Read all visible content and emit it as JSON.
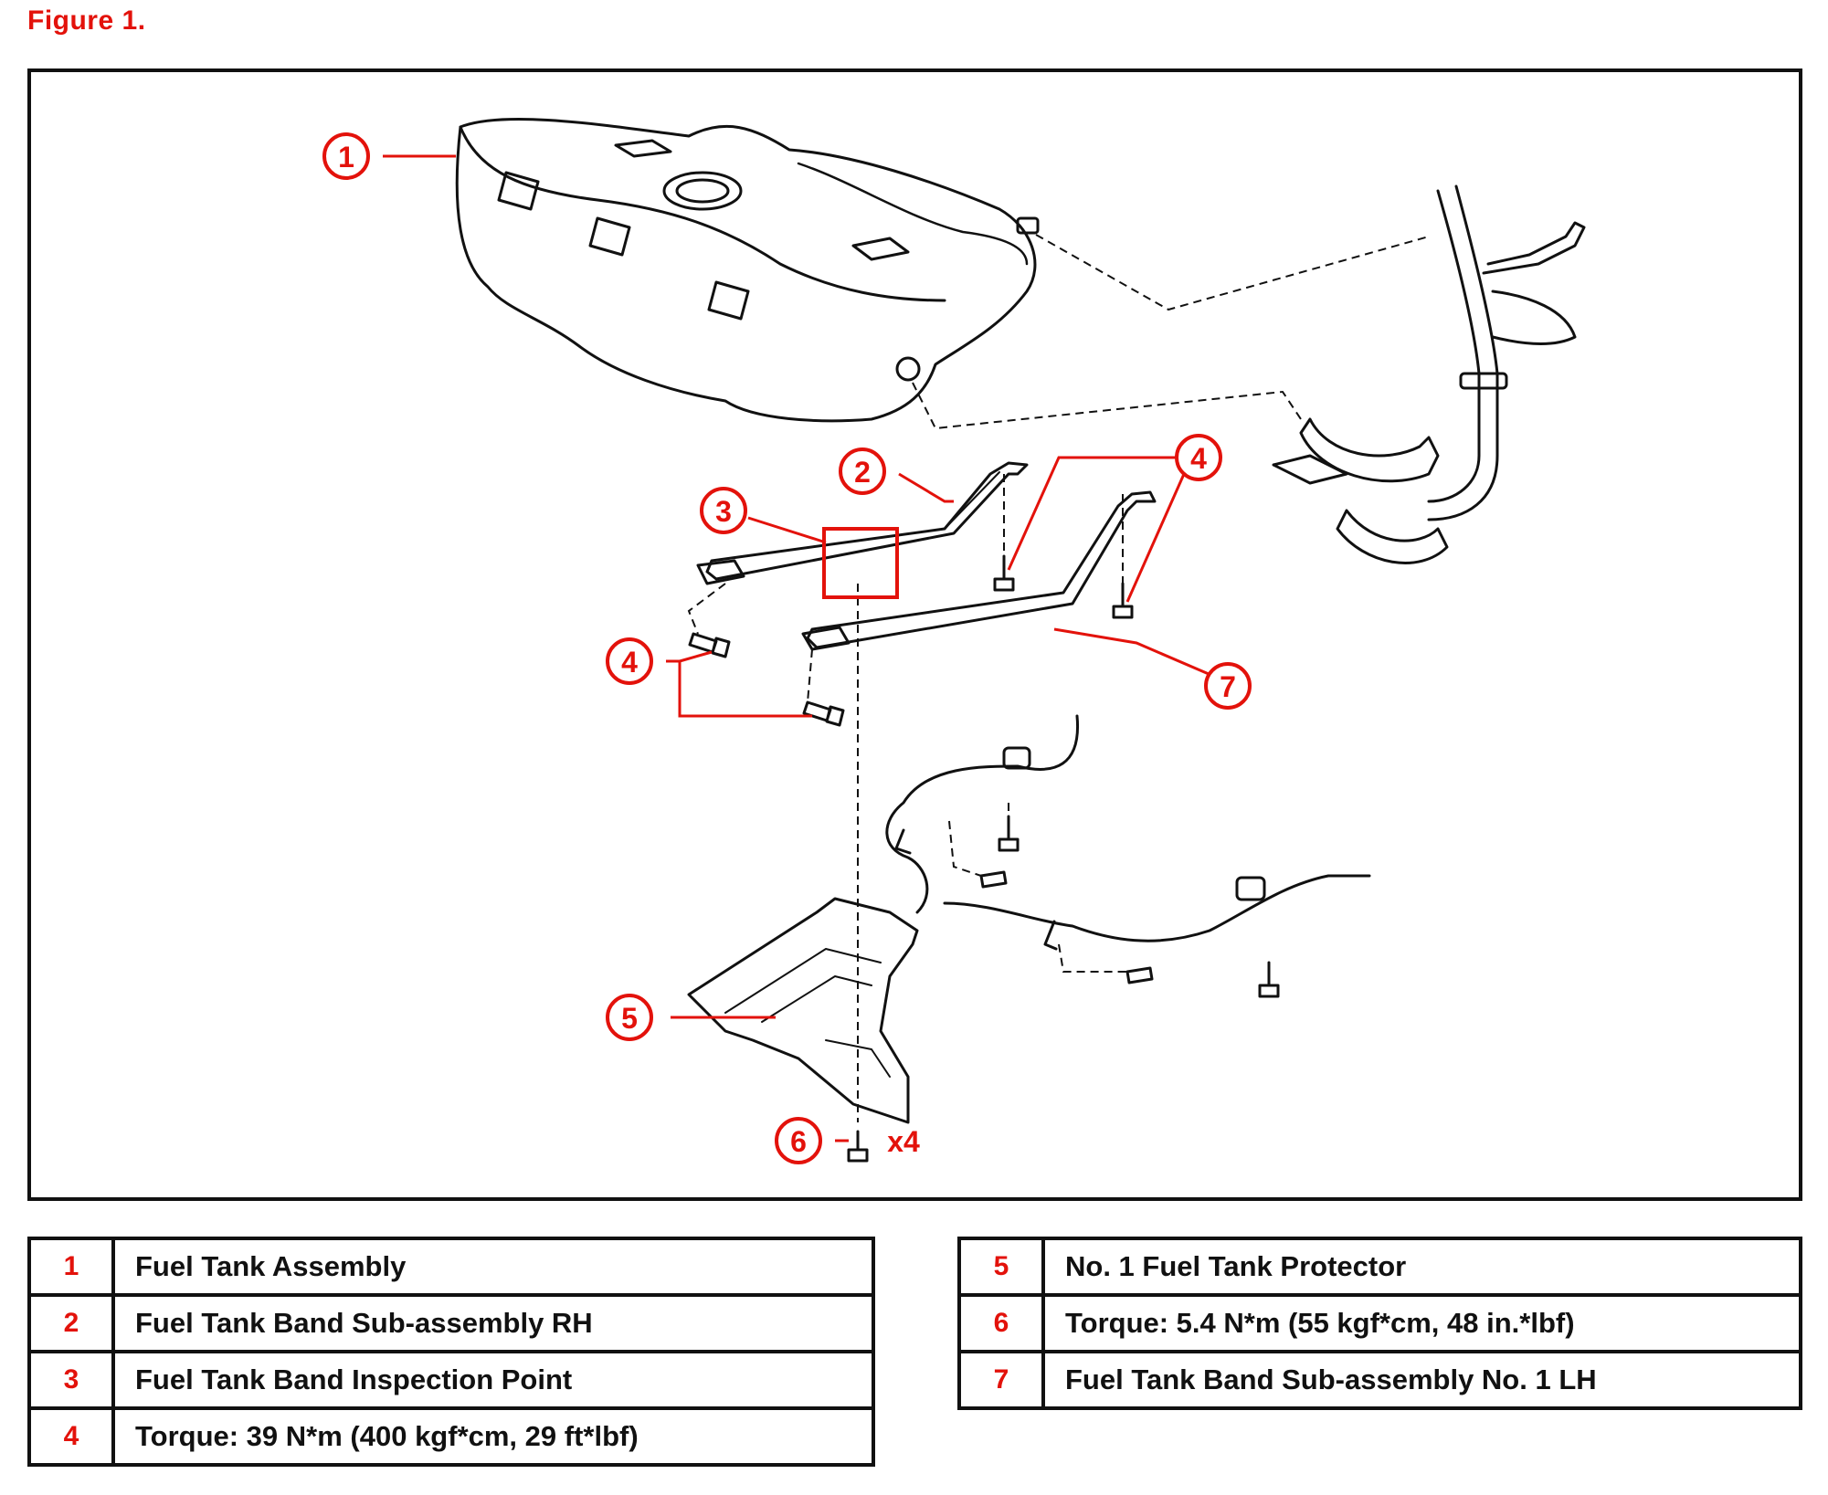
{
  "figure_title": "Figure 1.",
  "callouts": {
    "c1": "1",
    "c2": "2",
    "c3": "3",
    "c4a": "4",
    "c4b": "4",
    "c5": "5",
    "c6": "6",
    "c7": "7",
    "qty": "x4"
  },
  "legend_left": [
    {
      "num": "1",
      "text": "Fuel Tank Assembly"
    },
    {
      "num": "2",
      "text": "Fuel Tank Band Sub-assembly RH"
    },
    {
      "num": "3",
      "text": "Fuel Tank Band Inspection Point"
    },
    {
      "num": "4",
      "text": "Torque: 39 N*m (400 kgf*cm, 29 ft*lbf)"
    }
  ],
  "legend_right": [
    {
      "num": "5",
      "text": "No. 1 Fuel Tank Protector"
    },
    {
      "num": "6",
      "text": "Torque: 5.4 N*m (55 kgf*cm, 48 in.*lbf)"
    },
    {
      "num": "7",
      "text": "Fuel Tank Band Sub-assembly No. 1 LH"
    }
  ],
  "colors": {
    "callout": "#e3120b",
    "line": "#111111"
  }
}
